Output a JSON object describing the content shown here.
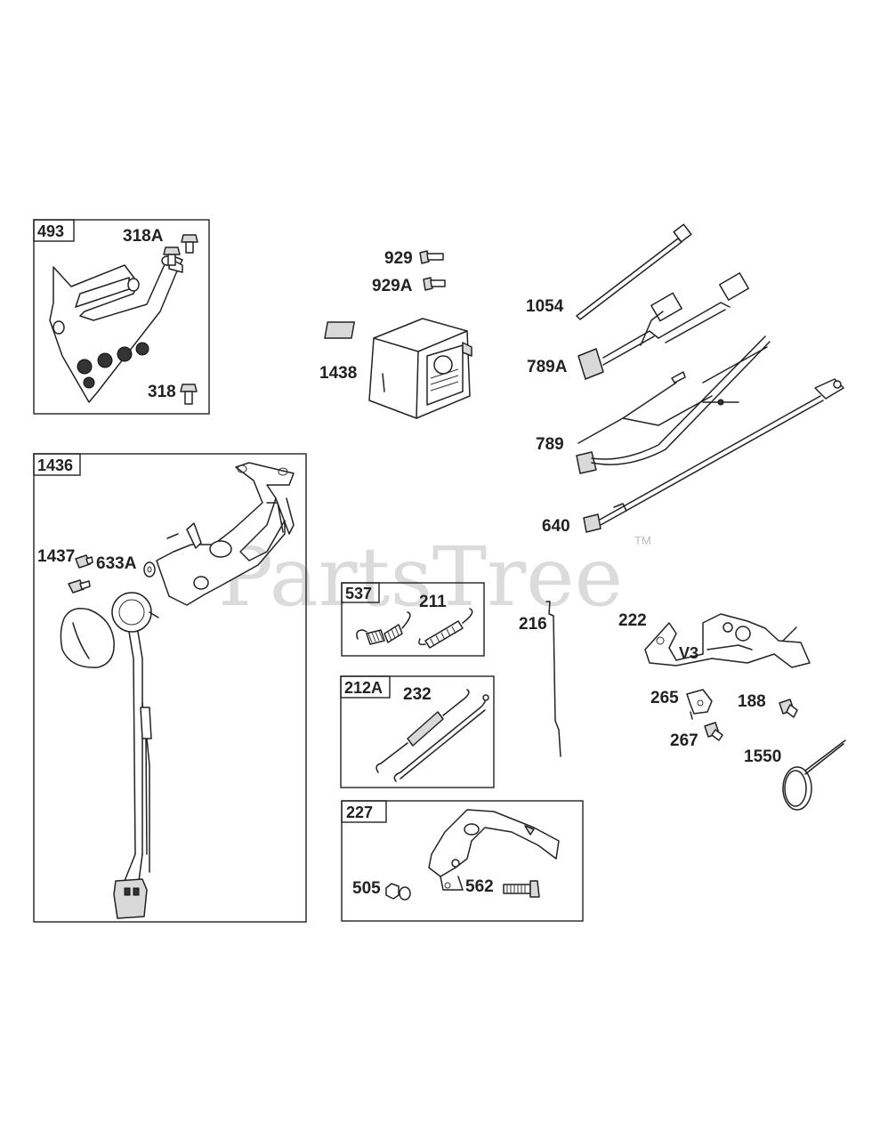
{
  "watermark": {
    "text": "PartsTree",
    "tm": "TM"
  },
  "boxes": {
    "b493": "493",
    "b1436": "1436",
    "b537": "537",
    "b212A": "212A",
    "b227": "227"
  },
  "parts": {
    "p318A": "318A",
    "p318": "318",
    "p929": "929",
    "p929A": "929A",
    "p1438": "1438",
    "p1054": "1054",
    "p789A": "789A",
    "p789": "789",
    "p640": "640",
    "p1437": "1437",
    "p633A": "633A",
    "p211": "211",
    "p232": "232",
    "p216": "216",
    "p222": "222",
    "p265": "265",
    "p188": "188",
    "p267": "267",
    "p1550": "1550",
    "p505": "505",
    "p562": "562",
    "v3": "V3"
  }
}
